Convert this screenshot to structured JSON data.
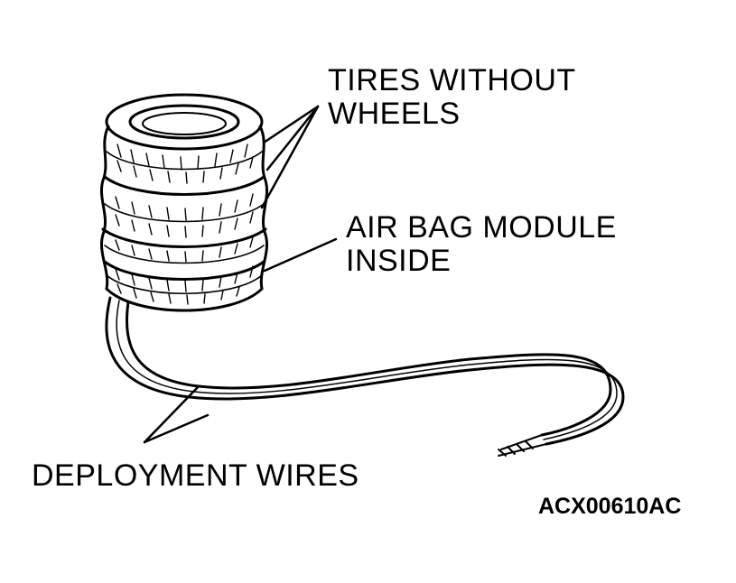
{
  "labels": {
    "tires_line1": "TIRES WITHOUT",
    "tires_line2": "WHEELS",
    "module_line1": "AIR BAG MODULE",
    "module_line2": "INSIDE",
    "wires": "DEPLOYMENT WIRES"
  },
  "figure_code": "ACX00610AC",
  "colors": {
    "ink": "#000000",
    "paper": "#ffffff"
  }
}
